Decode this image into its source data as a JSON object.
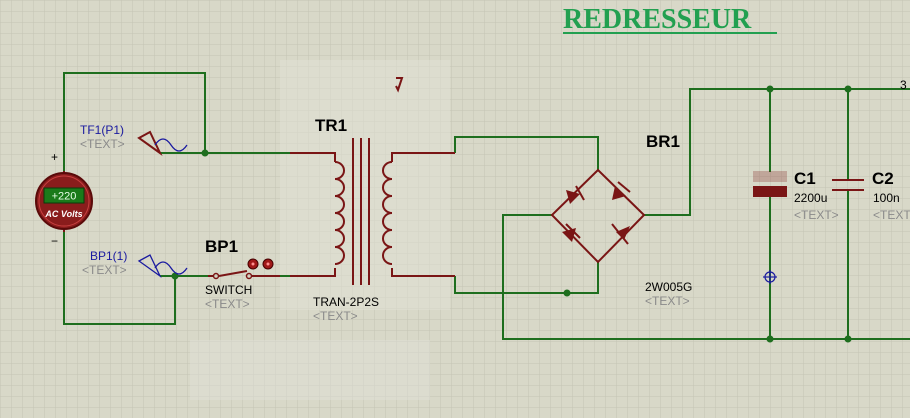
{
  "title": "REDRESSEUR",
  "components": {
    "source_top": {
      "ref": "TF1(P1)",
      "text": "<TEXT>"
    },
    "source_bottom": {
      "ref": "BP1(1)",
      "text": "<TEXT>"
    },
    "meter": {
      "value": "+220",
      "unit": "AC Volts",
      "plus": "+",
      "minus": "−"
    },
    "switch": {
      "ref": "BP1",
      "value": "SWITCH",
      "text": "<TEXT>"
    },
    "transformer": {
      "ref": "TR1",
      "value": "TRAN-2P2S",
      "text": "<TEXT>"
    },
    "bridge": {
      "ref": "BR1",
      "value": "2W005G",
      "text": "<TEXT>"
    },
    "cap1": {
      "ref": "C1",
      "value": "2200u",
      "text": "<TEXT>"
    },
    "cap2": {
      "ref": "C2",
      "value": "100n",
      "text": "<TEXT>"
    },
    "edge_label": "3"
  },
  "colors": {
    "background": "#d8d8c8",
    "grid": "#c4c4b4",
    "wire": "#1e6e1e",
    "component": "#7a1515",
    "title": "#22a050",
    "meter_body": "#8a1c1c",
    "meter_display": "#1a7a1a"
  }
}
